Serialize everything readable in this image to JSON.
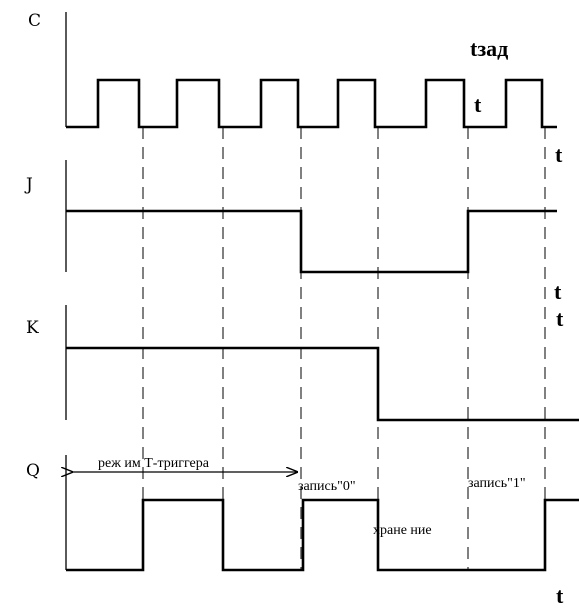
{
  "signals": {
    "c": {
      "label": "C",
      "levels": [
        0,
        1,
        0,
        1,
        0,
        1,
        0,
        1,
        0,
        1,
        0,
        1,
        0
      ]
    },
    "j": {
      "label": "J",
      "levels": [
        1,
        0,
        1
      ]
    },
    "k": {
      "label": "K",
      "levels": [
        1,
        0
      ]
    },
    "q": {
      "label": "Q",
      "levels": [
        0,
        1,
        0,
        1,
        0,
        1
      ]
    }
  },
  "time_labels": {
    "c_axis": "t",
    "j_axis": "t",
    "k_axis": "t",
    "q_axis": "t",
    "c_inner": "t",
    "tzad": "tзад"
  },
  "annotations": {
    "t_mode": "реж им Т-триггера",
    "write0": "запись\"0\"",
    "storage": "хране ние",
    "write1": "запись\"1\""
  }
}
